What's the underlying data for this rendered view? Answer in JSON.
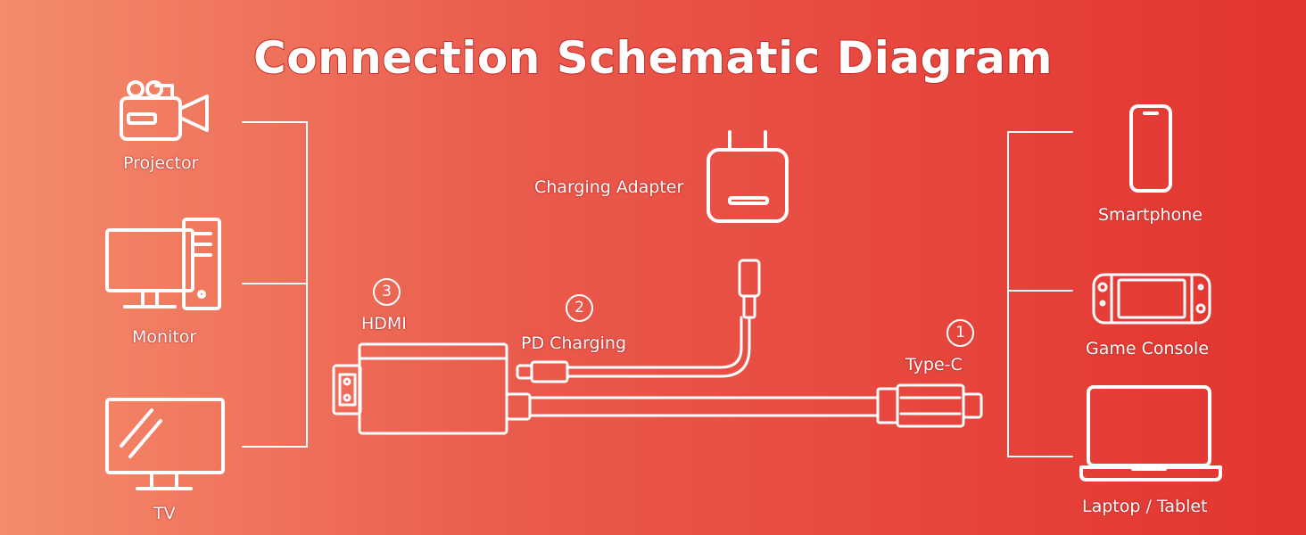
{
  "title": "Connection Schematic Diagram",
  "left_devices": [
    {
      "label": "Projector",
      "icon": "projector-icon"
    },
    {
      "label": "Monitor",
      "icon": "monitor-icon"
    },
    {
      "label": "TV",
      "icon": "tv-icon"
    }
  ],
  "right_devices": [
    {
      "label": "Smartphone",
      "icon": "smartphone-icon"
    },
    {
      "label": "Game Console",
      "icon": "game-console-icon"
    },
    {
      "label": "Laptop / Tablet",
      "icon": "laptop-icon"
    }
  ],
  "adapter": {
    "label": "Charging Adapter",
    "icon": "charging-adapter-icon"
  },
  "ports": [
    {
      "number": "1",
      "label": "Type-C"
    },
    {
      "number": "2",
      "label": "PD Charging"
    },
    {
      "number": "3",
      "label": "HDMI"
    }
  ],
  "colors": {
    "background_left": "#f48c6c",
    "background_right": "#e3342f",
    "line": "#ffffff"
  }
}
